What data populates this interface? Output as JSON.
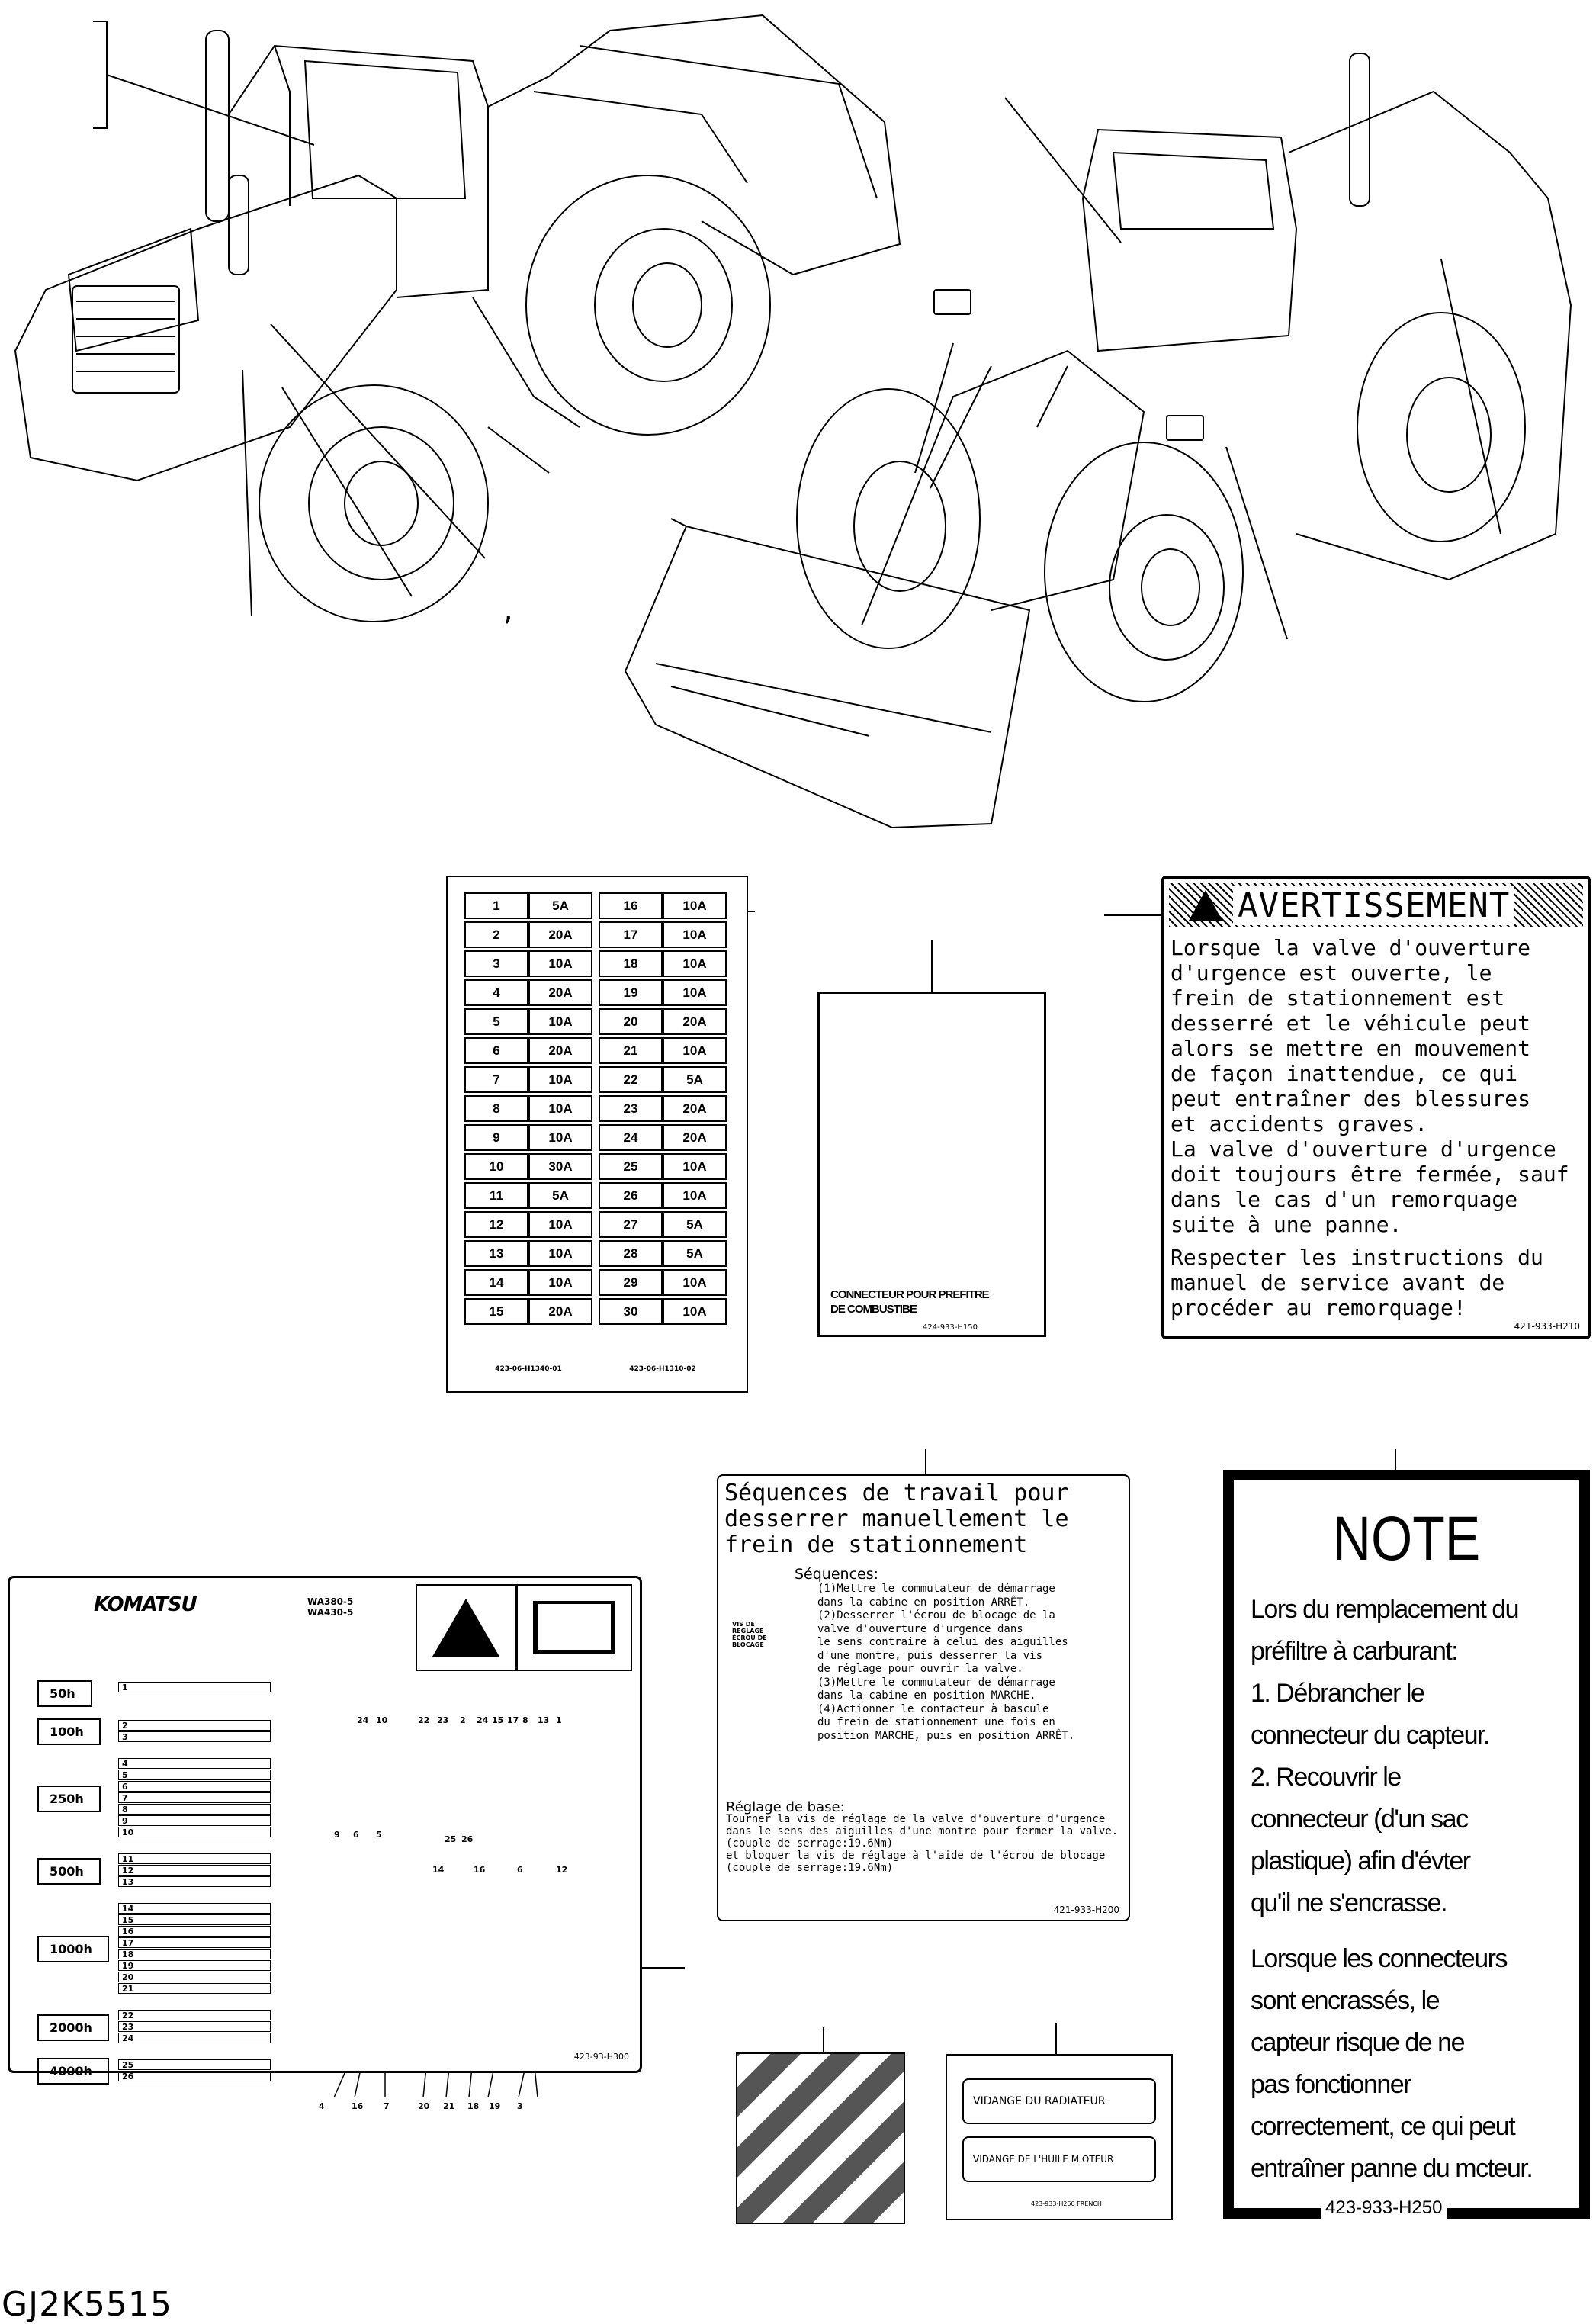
{
  "comma_mark": ",",
  "fuse_panel": {
    "left_column": [
      {
        "n": "1",
        "a": "5A"
      },
      {
        "n": "2",
        "a": "20A"
      },
      {
        "n": "3",
        "a": "10A"
      },
      {
        "n": "4",
        "a": "20A"
      },
      {
        "n": "5",
        "a": "10A"
      },
      {
        "n": "6",
        "a": "20A"
      },
      {
        "n": "7",
        "a": "10A"
      },
      {
        "n": "8",
        "a": "10A"
      },
      {
        "n": "9",
        "a": "10A"
      },
      {
        "n": "10",
        "a": "30A"
      },
      {
        "n": "11",
        "a": "5A"
      },
      {
        "n": "12",
        "a": "10A"
      },
      {
        "n": "13",
        "a": "10A"
      },
      {
        "n": "14",
        "a": "10A"
      },
      {
        "n": "15",
        "a": "20A"
      }
    ],
    "right_column": [
      {
        "n": "16",
        "a": "10A"
      },
      {
        "n": "17",
        "a": "10A"
      },
      {
        "n": "18",
        "a": "10A"
      },
      {
        "n": "19",
        "a": "10A"
      },
      {
        "n": "20",
        "a": "20A"
      },
      {
        "n": "21",
        "a": "10A"
      },
      {
        "n": "22",
        "a": "5A"
      },
      {
        "n": "23",
        "a": "20A"
      },
      {
        "n": "24",
        "a": "20A"
      },
      {
        "n": "25",
        "a": "10A"
      },
      {
        "n": "26",
        "a": "10A"
      },
      {
        "n": "27",
        "a": "5A"
      },
      {
        "n": "28",
        "a": "5A"
      },
      {
        "n": "29",
        "a": "10A"
      },
      {
        "n": "30",
        "a": "10A"
      }
    ],
    "code_left": "423-06-H1340-01",
    "code_right": "423-06-H1310-02"
  },
  "sensor_label": {
    "caption_line1": "CONNECTEUR POUR PREFITRE",
    "caption_line2": "DE COMBUSTIBE",
    "code": "424-933-H150"
  },
  "warning_label": {
    "title": "AVERTISSEMENT",
    "body": "Lorsque la valve d'ouverture\nd'urgence est ouverte, le\nfrein de stationnement est\ndesserré et le véhicule peut\nalors se mettre en mouvement\nde façon inattendue, ce qui\npeut entraîner des blessures\net accidents graves.\nLa valve d'ouverture d'urgence\ndoit toujours être fermée, sauf\ndans le cas d'un remorquage\nsuite à une panne.",
    "body2": "Respecter les instructions du\nmanuel de service avant de\nprocéder au remorquage!",
    "code": "421-933-H210"
  },
  "sequence_label": {
    "title": "Séquences de travail pour\ndesserrer manuellement le\nfrein de stationnement",
    "subtitle": "Séquences:",
    "valve_caption": "VIS DE\nREGLAGE\nÉCROU DE\nBLOCAGE",
    "steps": "(1)Mettre le commutateur de démarrage\n    dans la cabine en position ARRÊT.\n(2)Desserrer l'écrou de blocage de la\n    valve d'ouverture d'urgence dans\n    le sens contraire à celui des aiguilles\n    d'une montre, puis desserrer la vis\n    de réglage pour ouvrir la valve.\n(3)Mettre le commutateur de démarrage\n    dans la cabine en position MARCHE.\n(4)Actionner le contacteur à bascule\n    du frein de stationnement une fois en\n    position MARCHE, puis en position ARRÊT.",
    "base_title": "Réglage de base:",
    "base_text": "Tourner la vis de réglage de la valve d'ouverture d'urgence\ndans le sens des aiguilles d'une montre pour fermer la valve.\n(couple de serrage:19.6Nm)\net bloquer la vis de réglage à l'aide de l'écrou de blocage\n(couple de serrage:19.6Nm)",
    "code": "421-933-H200"
  },
  "note_label": {
    "title": "NOTE",
    "body": "Lors du remplacement du\npréfiltre à carburant:\n1. Débrancher le\nconnecteur du capteur.\n2. Recouvrir le\nconnecteur (d'un sac\nplastique) afin d'évter\nqu'il ne s'encrasse.",
    "body2": "Lorsque les connecteurs\nsont encrassés, le\ncapteur risque de ne\npas fonctionner\ncorrectement, ce qui peut\nentraîner panne du mcteur.",
    "code": "423-933-H250"
  },
  "maintenance_chart": {
    "brand": "KOMATSU",
    "models": [
      "WA380-5",
      "WA430-5"
    ],
    "intervals": [
      "50h",
      "100h",
      "250h",
      "500h",
      "1000h",
      "2000h",
      "4000h"
    ],
    "row_numbers": {
      "50h": [
        "1"
      ],
      "100h": [
        "2",
        "3"
      ],
      "250h": [
        "4",
        "5",
        "6",
        "7",
        "8",
        "9",
        "10"
      ],
      "500h": [
        "11",
        "12",
        "13"
      ],
      "1000h": [
        "14",
        "15",
        "16",
        "17",
        "18",
        "19",
        "20",
        "21"
      ],
      "2000h": [
        "22",
        "23",
        "24"
      ],
      "4000h": [
        "25",
        "26"
      ]
    },
    "top_callouts": [
      "24",
      "10",
      "22",
      "23",
      "2",
      "24",
      "15",
      "17",
      "8",
      "13",
      "1"
    ],
    "bottom_callouts": [
      "14",
      "16",
      "6",
      "12"
    ],
    "side_top_callouts": [
      "9",
      "6",
      "5",
      "25",
      "26"
    ],
    "side_bottom_callouts": [
      "4",
      "16",
      "7",
      "20",
      "21",
      "18",
      "19",
      "3"
    ],
    "code": "423-93-H300"
  },
  "drain_label": {
    "line1": "VIDANGE DU RADIATEUR",
    "line2": "VIDANGE DE L'HUILE M OTEUR",
    "code": "423-933-H260 FRENCH"
  },
  "reference_code": "GJ2K5515"
}
